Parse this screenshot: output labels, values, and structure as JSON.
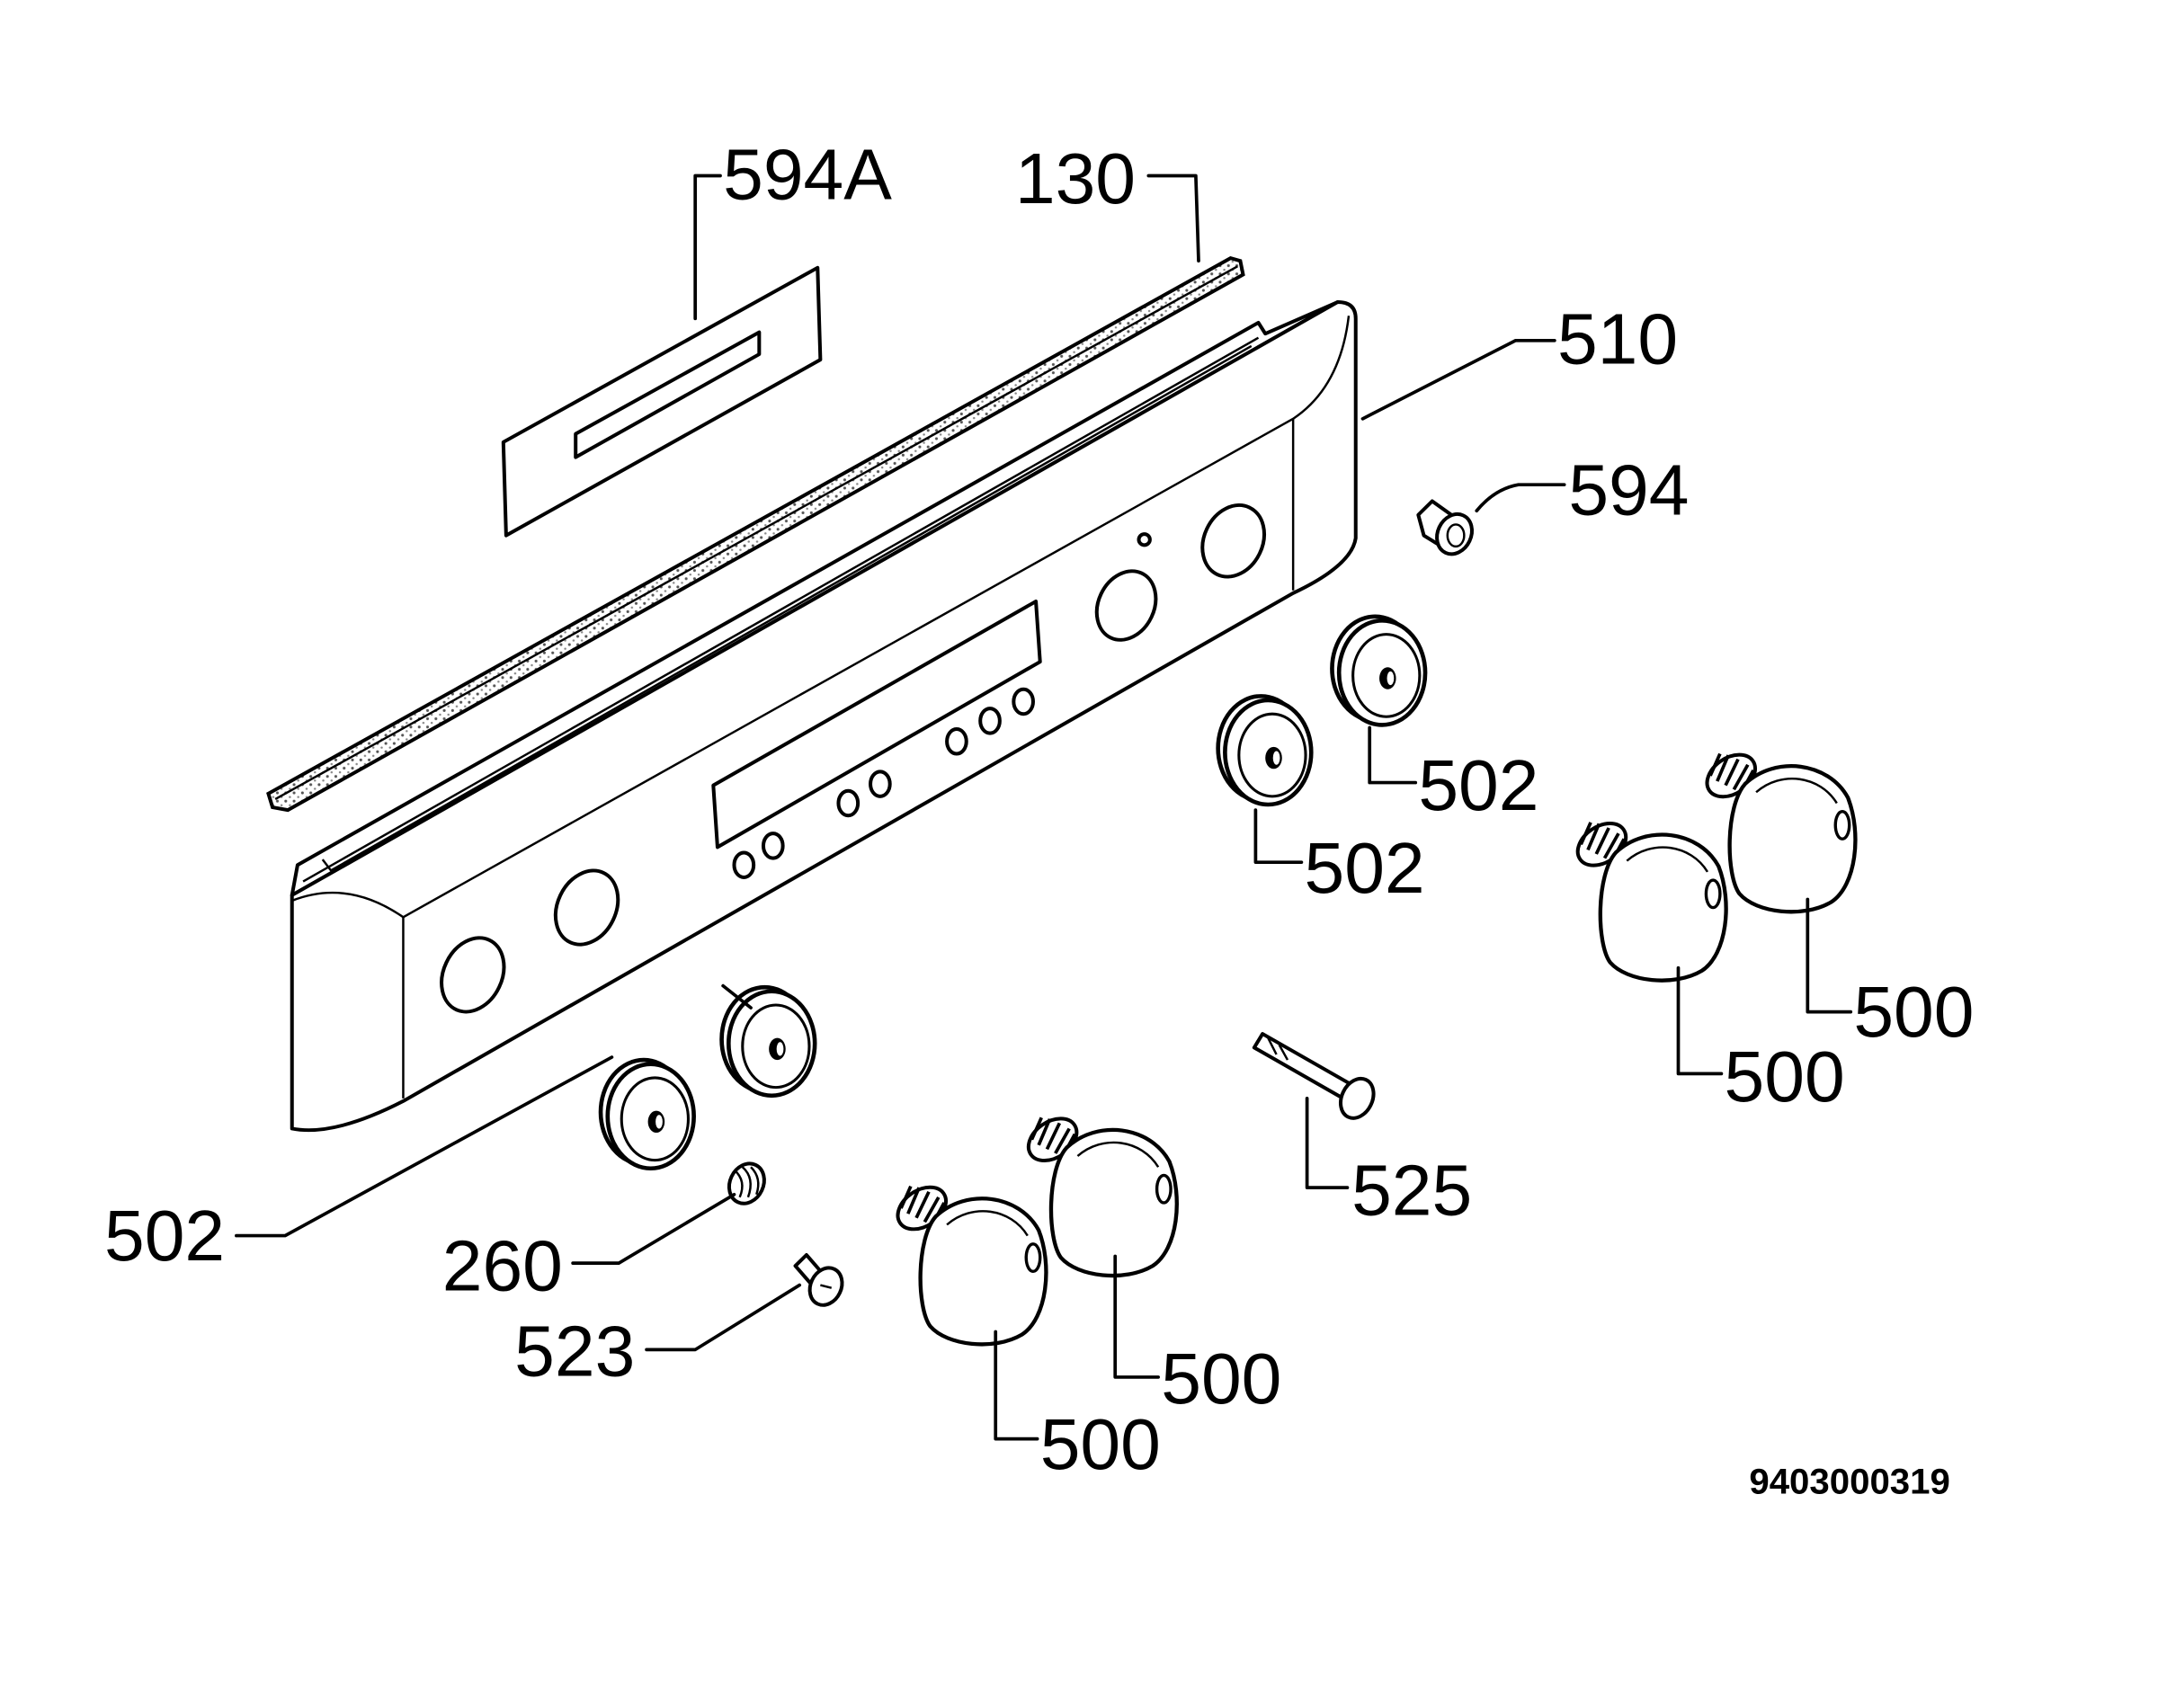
{
  "diagram": {
    "callouts": [
      "594A",
      "130",
      "510",
      "594",
      "502",
      "502",
      "500",
      "500",
      "525",
      "500",
      "500",
      "502",
      "260",
      "523"
    ],
    "drawing_number": "9403000319"
  }
}
